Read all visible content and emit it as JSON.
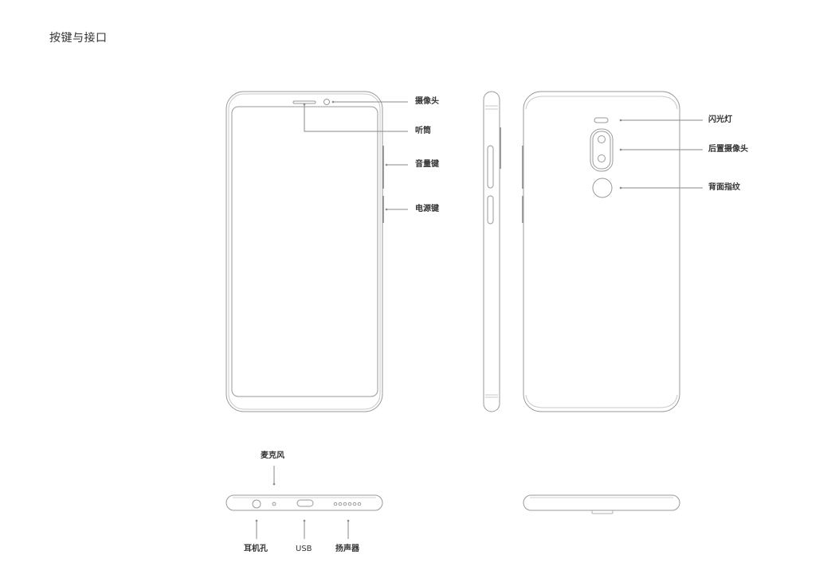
{
  "page": {
    "title": "按键与接口"
  },
  "front_view": {
    "labels": {
      "camera": "摄像头",
      "earpiece": "听筒",
      "volume_key": "音量键",
      "power_key": "电源键"
    }
  },
  "back_view": {
    "labels": {
      "flash": "闪光灯",
      "rear_camera": "后置摄像头",
      "fingerprint": "背面指纹"
    }
  },
  "bottom_view": {
    "labels": {
      "microphone": "麦克风",
      "headphone_jack": "耳机孔",
      "usb": "USB",
      "speaker": "扬声器"
    }
  },
  "colors": {
    "outline": "#9a9a9a",
    "leader_line": "#8a8a8a",
    "text": "#333333"
  }
}
